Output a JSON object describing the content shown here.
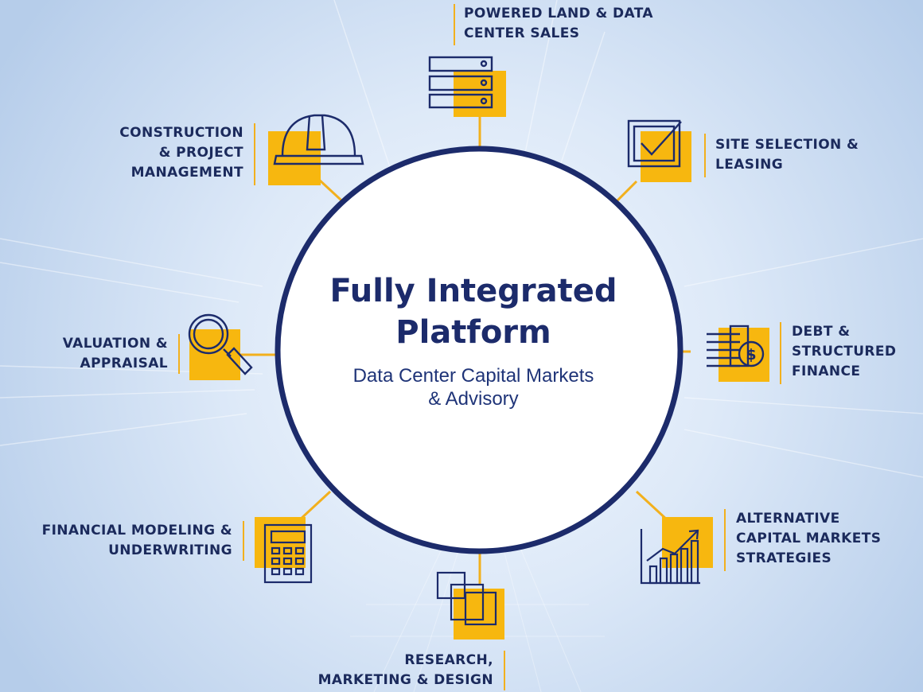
{
  "center": {
    "title_line1": "Fully Integrated",
    "title_line2": "Platform",
    "subtitle_line1": "Data Center Capital Markets",
    "subtitle_line2": "& Advisory"
  },
  "services": {
    "powered_land": {
      "line1": "POWERED LAND & DATA",
      "line2": "CENTER SALES",
      "icon": "server-rack-icon"
    },
    "site_selection": {
      "line1": "SITE SELECTION &",
      "line2": "LEASING",
      "icon": "checkbox-icon"
    },
    "debt_finance": {
      "line1": "DEBT &",
      "line2": "STRUCTURED",
      "line3": "FINANCE",
      "icon": "coins-dollar-icon"
    },
    "alternative_capital": {
      "line1": "ALTERNATIVE",
      "line2": "CAPITAL MARKETS",
      "line3": "STRATEGIES",
      "icon": "growth-chart-icon"
    },
    "research": {
      "line1": "RESEARCH,",
      "line2": "MARKETING & DESIGN",
      "icon": "layers-icon"
    },
    "financial_modeling": {
      "line1": "FINANCIAL MODELING &",
      "line2": "UNDERWRITING",
      "icon": "calculator-icon"
    },
    "valuation": {
      "line1": "VALUATION &",
      "line2": "APPRAISAL",
      "icon": "magnifier-icon"
    },
    "construction": {
      "line1": "CONSTRUCTION",
      "line2": "& PROJECT",
      "line3": "MANAGEMENT",
      "icon": "hard-hat-icon"
    }
  },
  "colors": {
    "navy": "#1c2b6b",
    "accent_yellow": "#f7b70f",
    "background_light": "#dfeaf9"
  }
}
